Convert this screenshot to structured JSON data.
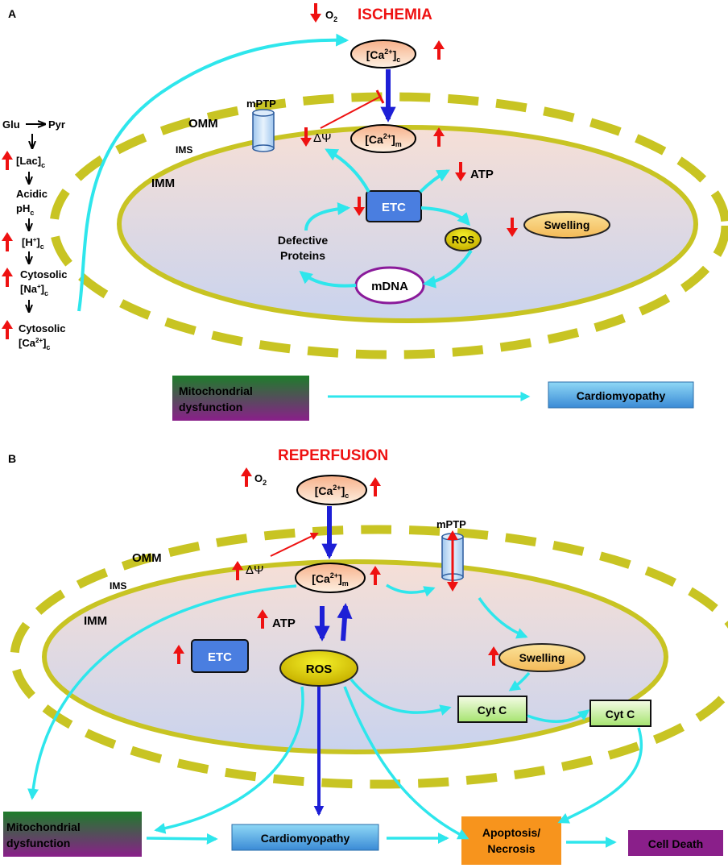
{
  "panel_a": {
    "label": "A",
    "title": "ISCHEMIA",
    "o2": "O",
    "o2_sub": "2",
    "ca_c": {
      "base": "[Ca",
      "sup": "2+",
      "close": "]",
      "sub": "c"
    },
    "ca_m": {
      "base": "[Ca",
      "sup": "2+",
      "close": "]",
      "sub": "m"
    },
    "mptp": "mPTP",
    "omm": "OMM",
    "ims": "IMS",
    "imm": "IMM",
    "delta_psi": "ΔΨ",
    "atp": "ATP",
    "etc": "ETC",
    "ros": "ROS",
    "swelling": "Swelling",
    "mdna": "mDNA",
    "defective_1": "Defective",
    "defective_2": "Proteins",
    "glu": "Glu",
    "pyr": "Pyr",
    "lac": {
      "base": "[Lac]",
      "sub": "c"
    },
    "acidic": "Acidic",
    "ph": {
      "base": "pH",
      "sub": "c"
    },
    "h": {
      "base": "[H",
      "sup": "+",
      "close": "]",
      "sub": "c"
    },
    "cyto_na_1": "Cytosolic",
    "cyto_na_2": {
      "base": "[Na",
      "sup": "+",
      "close": "]",
      "sub": "c"
    },
    "cyto_ca_1": "Cytosolic",
    "cyto_ca_2": {
      "base": "[Ca",
      "sup": "2+",
      "close": "]",
      "sub": "c"
    },
    "mito_dys_1": "Mitochondrial",
    "mito_dys_2": "dysfunction",
    "cardio": "Cardiomyopathy"
  },
  "panel_b": {
    "label": "B",
    "title": "REPERFUSION",
    "o2": "O",
    "o2_sub": "2",
    "ca_c": {
      "base": "[Ca",
      "sup": "2+",
      "close": "]",
      "sub": "c"
    },
    "ca_m": {
      "base": "[Ca",
      "sup": "2+",
      "close": "]",
      "sub": "m"
    },
    "mptp": "mPTP",
    "omm": "OMM",
    "ims": "IMS",
    "imm": "IMM",
    "delta_psi": "ΔΨ",
    "atp": "ATP",
    "etc": "ETC",
    "ros": "ROS",
    "swelling": "Swelling",
    "cytc_in": "Cyt C",
    "cytc_out": "Cyt C",
    "mito_dys_1": "Mitochondrial",
    "mito_dys_2": "dysfunction",
    "cardio": "Cardiomyopathy",
    "apop_1": "Apoptosis/",
    "apop_2": "Necrosis",
    "death": "Cell Death"
  },
  "colors": {
    "membrane": "#c8c423",
    "cyan_arrow": "#2ee6ec",
    "blue_arrow": "#1d1fd6",
    "red": "#ee1111",
    "etc_fill": "#4a7ee0",
    "mdna_stroke": "#8a1a9a"
  }
}
